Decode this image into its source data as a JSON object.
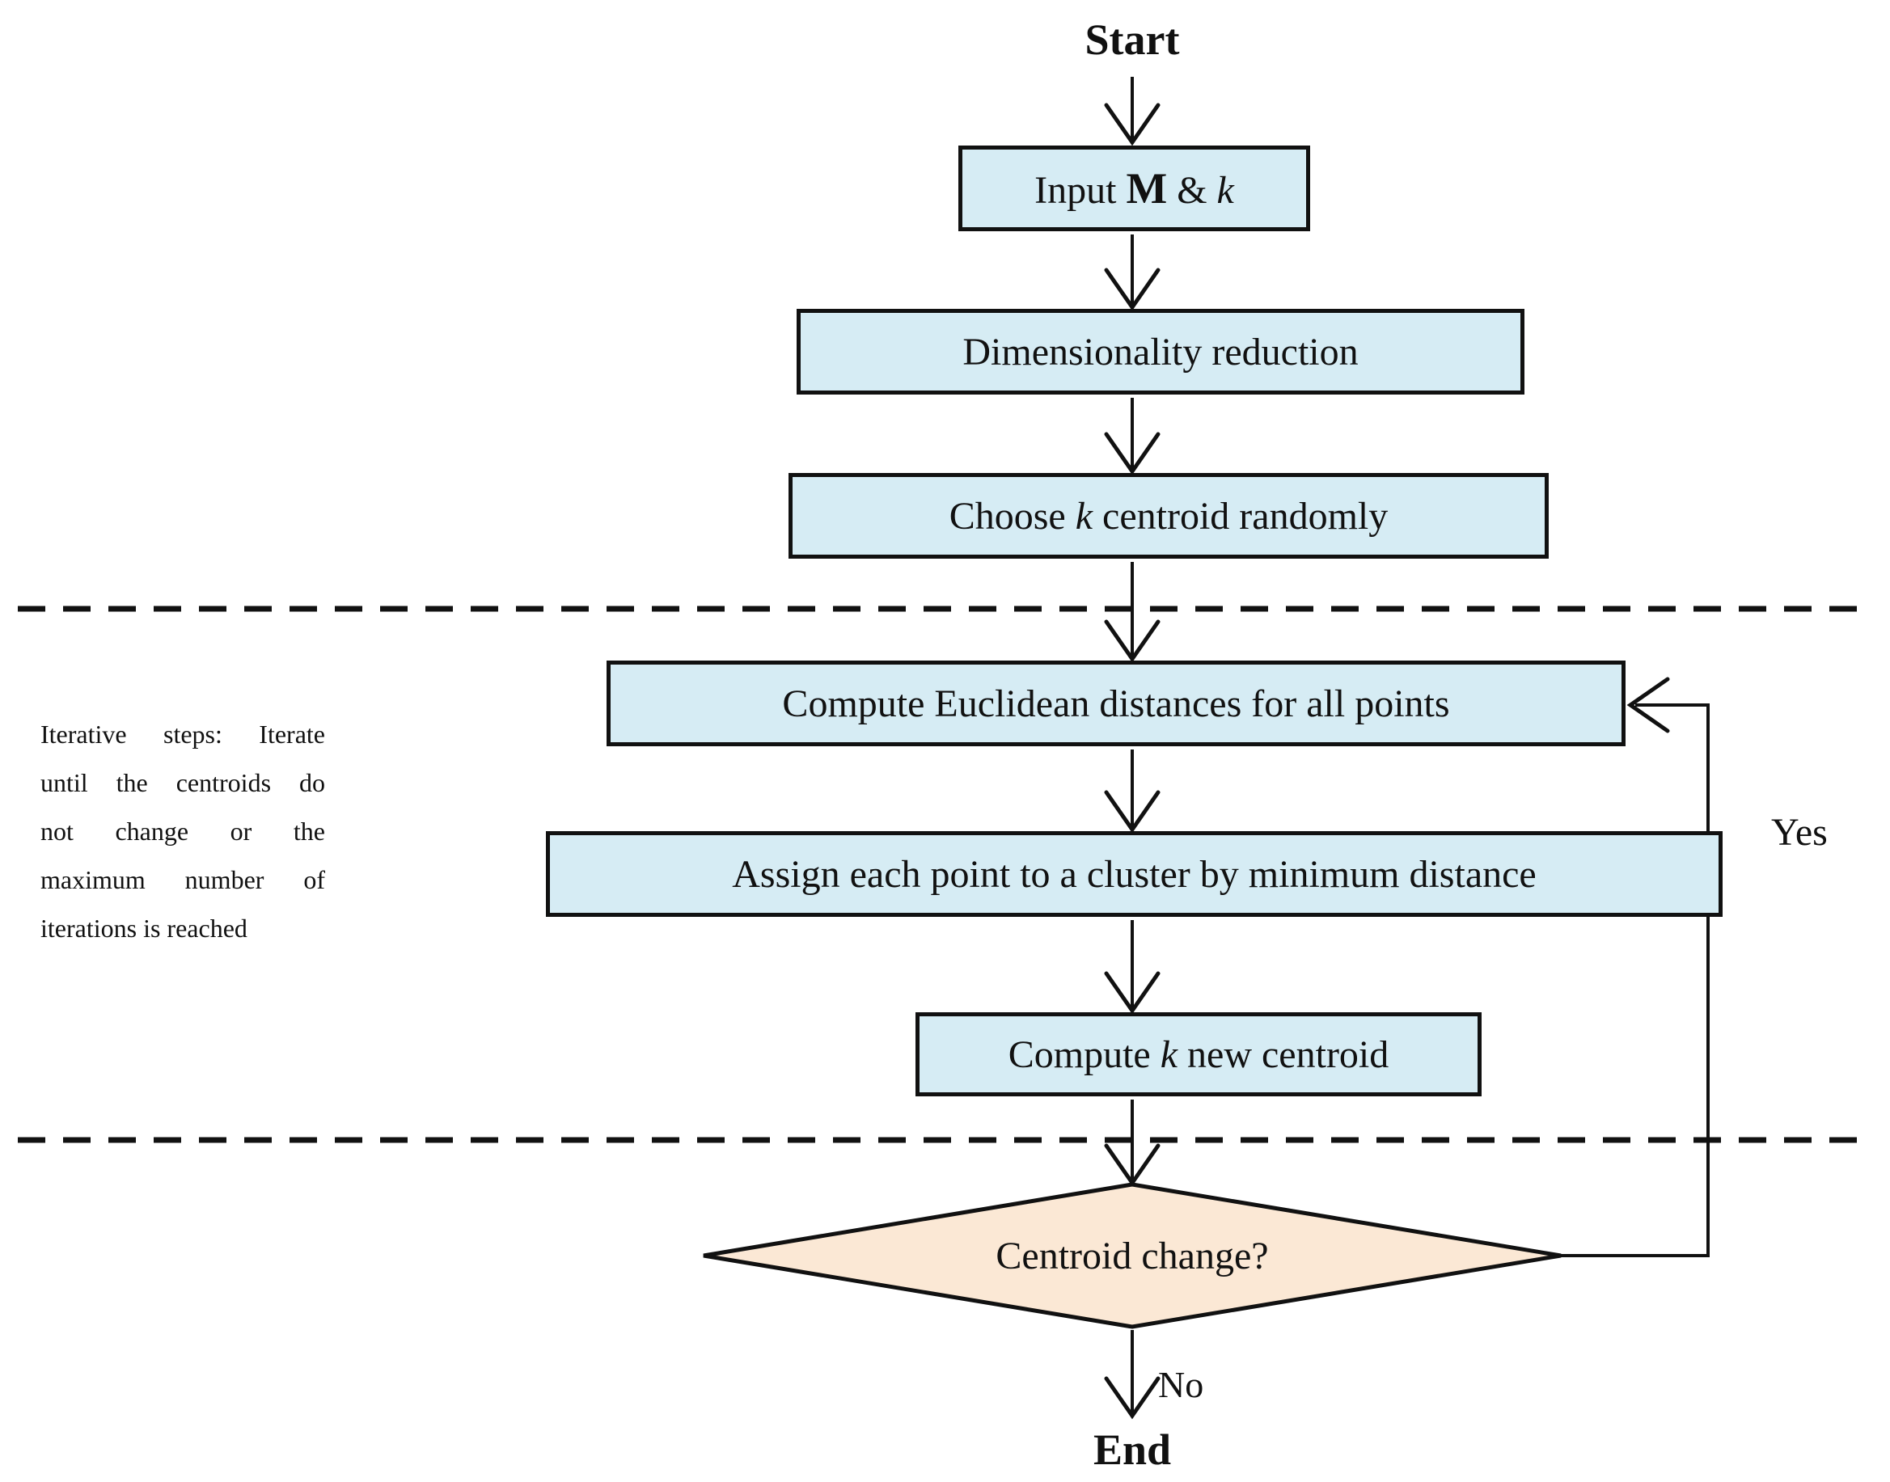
{
  "diagram": {
    "start_label": "Start",
    "end_label": "End",
    "branch_labels": {
      "yes": "Yes",
      "no": "No"
    },
    "processes": {
      "input": {
        "parts": [
          {
            "text": "Input "
          },
          {
            "text": "M",
            "bold": true
          },
          {
            "text": " & "
          },
          {
            "text": "k",
            "italic": true
          }
        ]
      },
      "dimensionality": {
        "text": "Dimensionality reduction"
      },
      "choose": {
        "parts": [
          {
            "text": "Choose "
          },
          {
            "text": "k",
            "italic": true
          },
          {
            "text": " centroid randomly"
          }
        ]
      },
      "distances": {
        "text": "Compute Euclidean distances for all points"
      },
      "assign": {
        "text": "Assign each point to a cluster by minimum distance"
      },
      "new_centroid": {
        "parts": [
          {
            "text": "Compute "
          },
          {
            "text": "k",
            "italic": true
          },
          {
            "text": " new centroid"
          }
        ]
      }
    },
    "decision": {
      "text": "Centroid change?"
    },
    "side_note": {
      "lines": [
        "Iterative steps: Iterate",
        "until the centroids do",
        "not change or the",
        "maximum number of",
        "iterations is reached"
      ]
    },
    "colors": {
      "process_fill": "#d6ecf4",
      "decision_fill": "#fbe8d5",
      "line": "#111111",
      "background": "#ffffff"
    }
  }
}
